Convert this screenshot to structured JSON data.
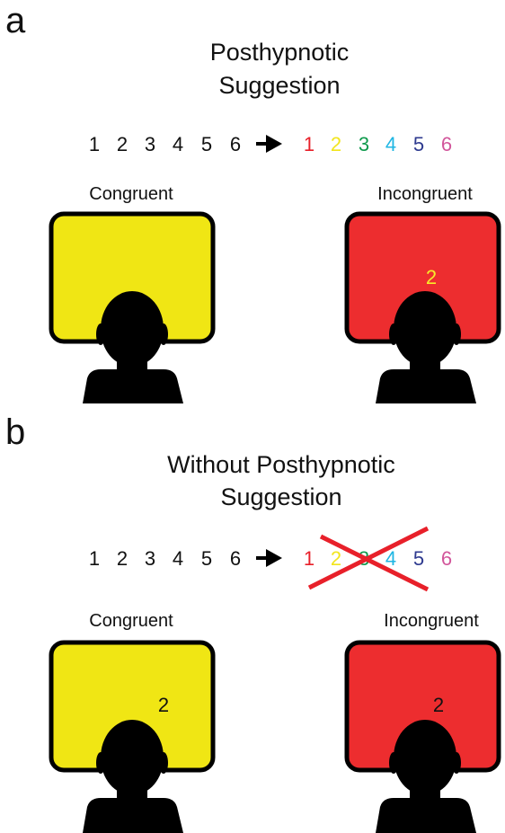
{
  "panels": [
    {
      "letter": "a",
      "title_line1": "Posthypnotic",
      "title_line2": "Suggestion",
      "black_digits": [
        "1",
        "2",
        "3",
        "4",
        "5",
        "6"
      ],
      "colored_digits": [
        {
          "text": "1",
          "color": "#e8202a"
        },
        {
          "text": "2",
          "color": "#f2e51e"
        },
        {
          "text": "3",
          "color": "#0e9a4c"
        },
        {
          "text": "4",
          "color": "#1fb6e3"
        },
        {
          "text": "5",
          "color": "#2e3a8f"
        },
        {
          "text": "6",
          "color": "#d2569b"
        }
      ],
      "crossed_out": false,
      "left_label": "Congruent",
      "right_label": "Incongruent",
      "left_screen": {
        "color": "#f0e614",
        "digit": "",
        "digit_color": "#000000"
      },
      "right_screen": {
        "color": "#ed2d2f",
        "digit": "2",
        "digit_color": "#f7ea2b"
      }
    },
    {
      "letter": "b",
      "title_line1": "Without Posthypnotic",
      "title_line2": "Suggestion",
      "black_digits": [
        "1",
        "2",
        "3",
        "4",
        "5",
        "6"
      ],
      "colored_digits": [
        {
          "text": "1",
          "color": "#e8202a"
        },
        {
          "text": "2",
          "color": "#f2e51e"
        },
        {
          "text": "3",
          "color": "#0e9a4c"
        },
        {
          "text": "4",
          "color": "#1fb6e3"
        },
        {
          "text": "5",
          "color": "#2e3a8f"
        },
        {
          "text": "6",
          "color": "#d2569b"
        }
      ],
      "crossed_out": true,
      "left_label": "Congruent",
      "right_label": "Incongruent",
      "left_screen": {
        "color": "#f0e614",
        "digit": "2",
        "digit_color": "#111111"
      },
      "right_screen": {
        "color": "#ed2d2f",
        "digit": "2",
        "digit_color": "#111111"
      }
    }
  ],
  "colors": {
    "cross": "#e8202a",
    "silhouette": "#000000",
    "arrow": "#000000"
  }
}
